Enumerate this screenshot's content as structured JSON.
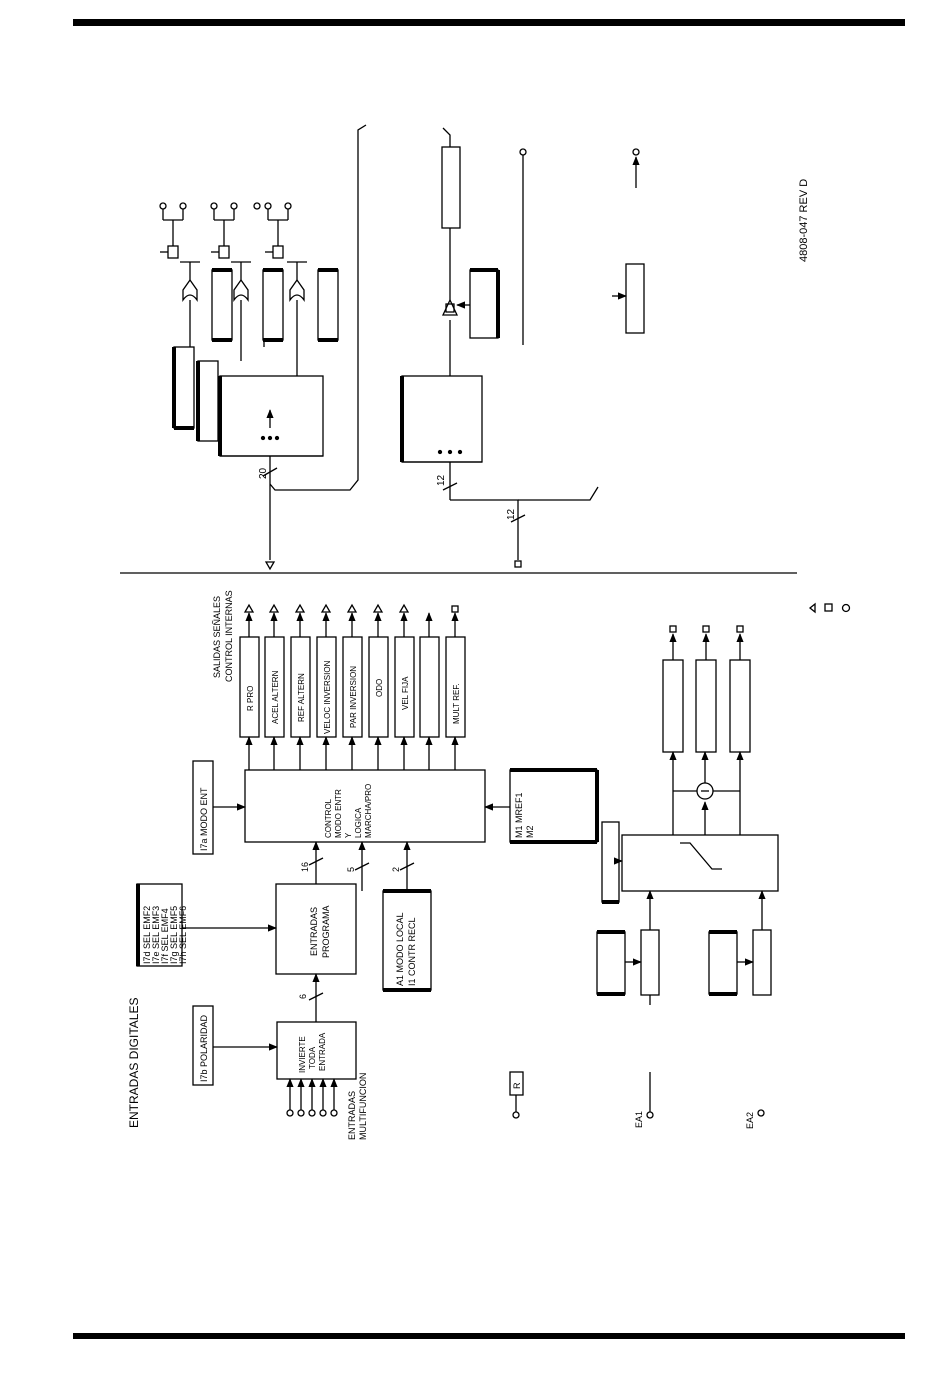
{
  "doc_code": "4808-047 REV D",
  "digital": {
    "title": "ENTRADAS DIGITALES",
    "multifunction_label": [
      "ENTRADAS",
      "MULTIFUNCION"
    ],
    "polarity": "I7b POLARIDAD",
    "invert_block": [
      "INVIERTE",
      "TODA",
      "ENTRADA"
    ],
    "bus_invert": "6",
    "emf_selectors": [
      "I7d SEL EMF2",
      "I7e SEL EMF3",
      "I7f SEL EMF4",
      "I7g SEL EMF5",
      "I7h SEL EMF6"
    ],
    "program_block": [
      "ENTRADAS",
      "PROGRAMA"
    ],
    "bus_program": "16",
    "bus_five": "5",
    "bus_two": "2",
    "local_block": [
      "A1 MODO LOCAL",
      "I1 CONTR RECL"
    ],
    "mode_param": "I7a MODO ENT",
    "logic_block": [
      "CONTROL",
      "MODO ENTR",
      "Y",
      "LOGICA",
      "MARCHA/PRO"
    ],
    "mref_block": [
      "M1 MREF1",
      "M2"
    ],
    "outputs_title": [
      "SALIDAS SEÑALES",
      "CONTROL INTERNAS"
    ],
    "outputs": [
      "R PRO",
      "ACEL ALTERN",
      "REF ALTERN",
      "VELOC INVERSION",
      "PAR INVERSION",
      "ODO",
      "VEL FIJA",
      "",
      "MULT REF."
    ]
  },
  "analog": {
    "r_label": "R",
    "ea1": "EA1",
    "ea2": "EA2"
  },
  "right": {
    "bus_20": "20",
    "bus_12a": "12",
    "bus_12b": "12"
  }
}
